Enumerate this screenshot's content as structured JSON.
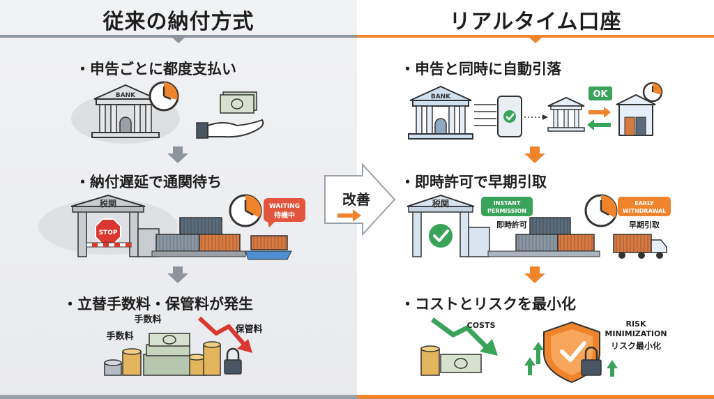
{
  "left": {
    "title": "従来の納付方式",
    "steps": [
      "・申告ごとに都度支払い",
      "・納付遅延で通関待ち",
      "・立替手数料・保管料が発生"
    ],
    "bank_label": "BANK",
    "customs_label": "税関",
    "stop_label": "STOP",
    "waiting_label": "WAITING",
    "waiting_sub": "待機中",
    "fee_label_1": "手数料",
    "fee_label_2": "手数料",
    "storage_fee_label": "保管料"
  },
  "middle": {
    "label": "改善"
  },
  "right": {
    "title": "リアルタイム口座",
    "steps": [
      "・申告と同時に自動引落",
      "・即時許可で早期引取",
      "・コストとリスクを最小化"
    ],
    "bank_label": "BANK",
    "ok_label": "OK",
    "customs_label": "税関",
    "instant_en_1": "INSTANT",
    "instant_en_2": "PERMISSION",
    "instant_jp": "即時許可",
    "early_en_1": "EARLY",
    "early_en_2": "WITHDRAWAL",
    "early_jp": "早期引取",
    "costs_label": "COSTS",
    "risk_en_1": "RISK",
    "risk_en_2": "MINIMIZATION",
    "risk_jp": "リスク最小化"
  },
  "colors": {
    "orange": "#f0842c",
    "gray": "#8d949c",
    "green": "#3aa35a",
    "red": "#d9372f",
    "dark": "#1e1e1e"
  }
}
